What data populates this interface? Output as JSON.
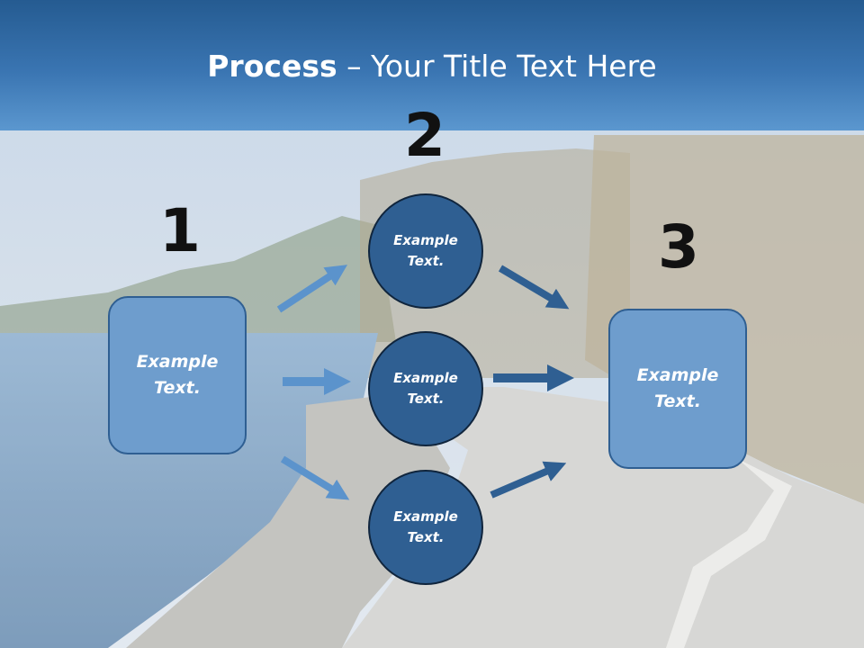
{
  "slide": {
    "title_bold": "Process",
    "title_rest": " – Your Title Text Here"
  },
  "steps": {
    "one": {
      "number": "1",
      "label": "Example\nText."
    },
    "two": {
      "number": "2",
      "circles": [
        {
          "label": "Example\nText."
        },
        {
          "label": "Example\nText."
        },
        {
          "label": "Example\nText."
        }
      ]
    },
    "three": {
      "number": "3",
      "label": "Example\nText."
    }
  },
  "colors": {
    "title_bar": "#3a75b2",
    "box_fill": "#6e9dcd",
    "circle_fill": "#2f5f92",
    "arrow_light": "#5b93cc",
    "arrow_dark": "#2f5f92"
  }
}
